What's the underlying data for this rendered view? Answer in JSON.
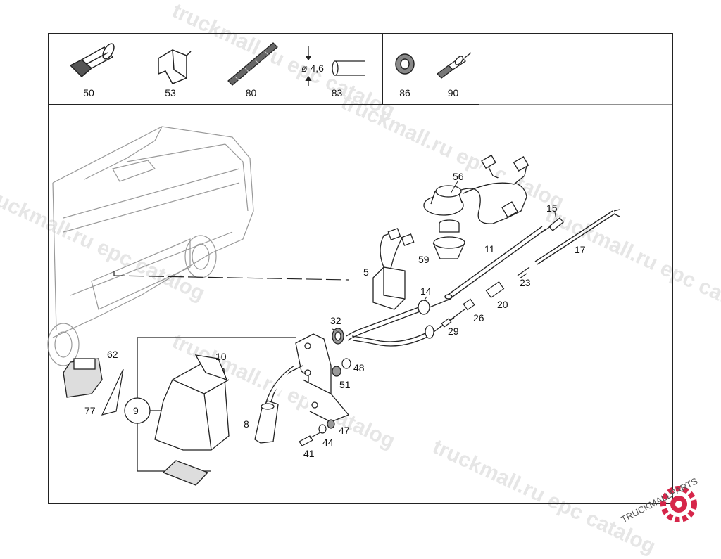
{
  "parts_strip": [
    {
      "num": "50",
      "icon": "plug-connector-icon"
    },
    {
      "num": "53",
      "icon": "bracket-clip-icon"
    },
    {
      "num": "80",
      "icon": "corrugated-tube-icon"
    },
    {
      "num": "83",
      "icon": "hose-section-icon",
      "dimension": "ø 4,6"
    },
    {
      "num": "86",
      "icon": "grommet-icon"
    },
    {
      "num": "90",
      "icon": "pin-terminal-icon"
    }
  ],
  "callouts": [
    "5",
    "8",
    "9",
    "10",
    "11",
    "14",
    "15",
    "17",
    "20",
    "23",
    "26",
    "29",
    "32",
    "41",
    "44",
    "47",
    "48",
    "51",
    "56",
    "59",
    "62",
    "77"
  ],
  "watermarks": [
    "truckmall.ru epc catalog"
  ],
  "logo": {
    "text": "TRUCKMALLPARTS",
    "accent": "#d6264a"
  },
  "colors": {
    "line": "#222222",
    "watermark": "#e6e6e6",
    "accent": "#d6264a"
  }
}
